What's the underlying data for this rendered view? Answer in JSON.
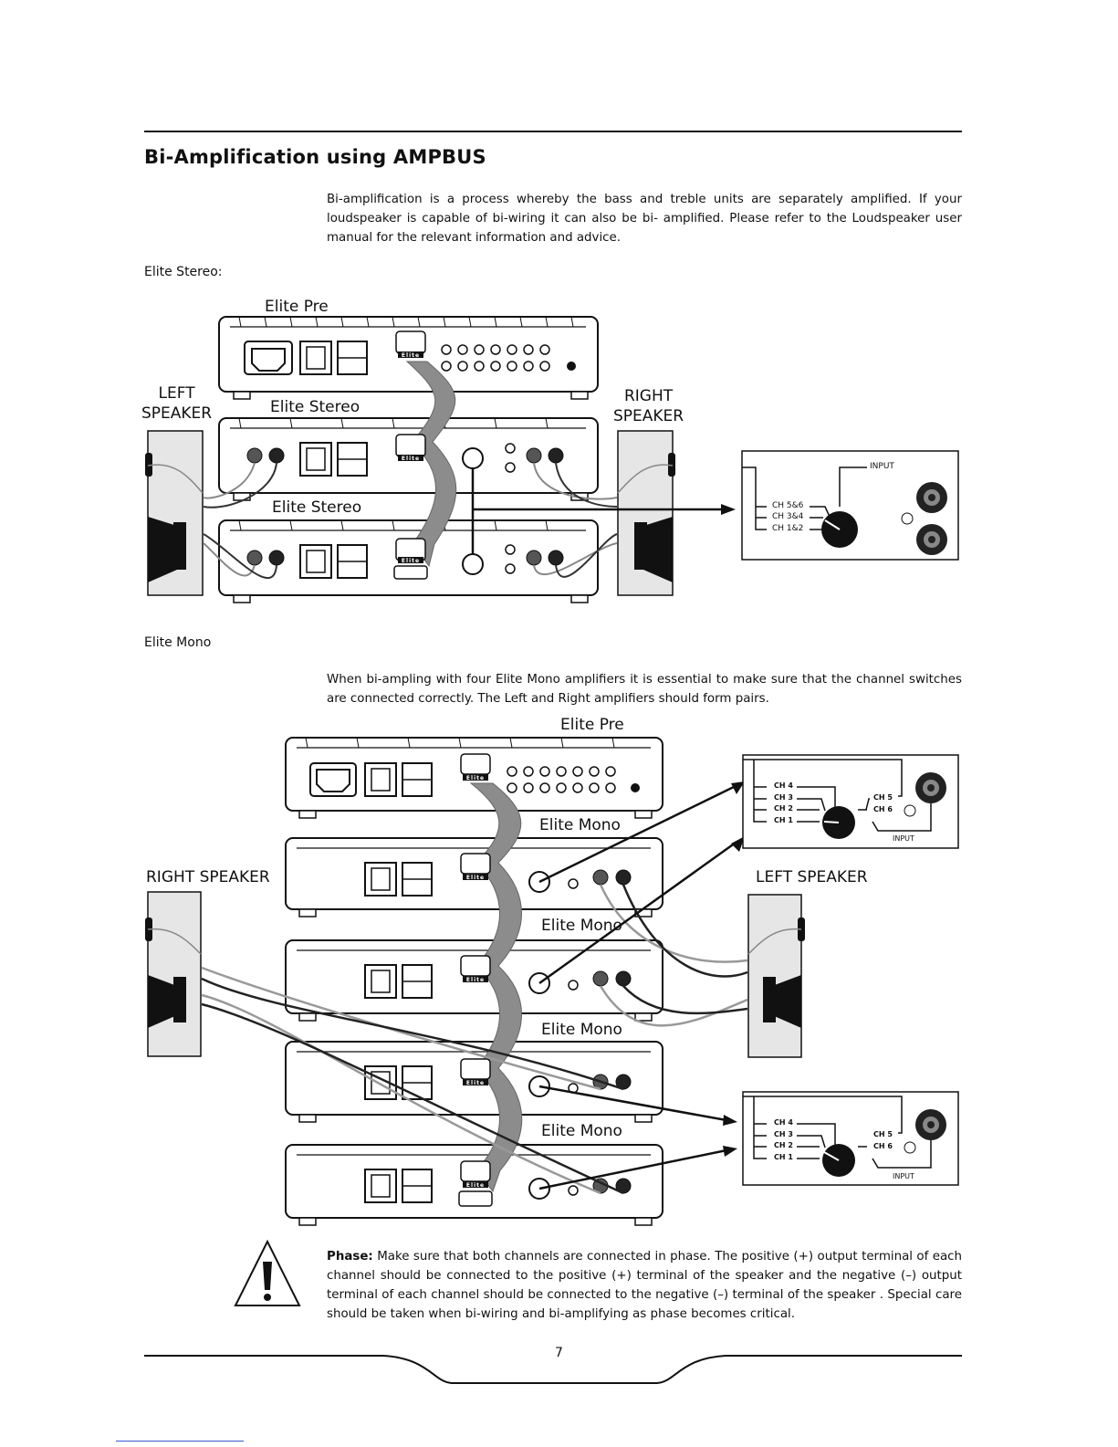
{
  "heading": "Bi-Amplification using AMPBUS",
  "intro": "Bi-amplification is a process whereby the bass and treble units are separately amplified. If your loudspeaker is capable of bi-wiring it can also be bi- amplified. Please refer to the Loudspeaker user manual for the relevant information and advice.",
  "stereo": {
    "subheading": "Elite Stereo:",
    "labels": {
      "pre": "Elite Pre",
      "stereo_top": "Elite Stereo",
      "stereo_bottom": "Elite Stereo",
      "left_speaker": "LEFT\nSPEAKER",
      "right_speaker": "RIGHT\nSPEAKER"
    },
    "inset": {
      "input": "INPUT",
      "ch56": "CH 5&6",
      "ch34": "CH 3&4",
      "ch12": "CH 1&2"
    }
  },
  "mono": {
    "subheading": "Elite Mono",
    "text": "When bi-ampling with four Elite Mono amplifiers it is essential to make sure that the channel switches are connected correctly. The Left and Right amplifiers should form pairs.",
    "labels": {
      "pre": "Elite Pre",
      "mono1": "Elite Mono",
      "mono2": "Elite Mono",
      "mono3": "Elite Mono",
      "mono4": "Elite Mono",
      "right_speaker": "RIGHT SPEAKER",
      "left_speaker": "LEFT SPEAKER"
    },
    "inset": {
      "ch4": "CH 4",
      "ch3": "CH 3",
      "ch2": "CH 2",
      "ch1": "CH 1",
      "ch5": "CH 5",
      "ch6": "CH 6",
      "input": "INPUT"
    },
    "elite_badge": "Elite"
  },
  "phase": {
    "label": "Phase:",
    "text": " Make sure that both channels are connected in phase. The positive (+) output terminal of each channel should be connected to the positive (+) terminal of the speaker and the negative (–) output terminal of each channel should be connected to the  negative (–) terminal of the speaker . Special care should be taken when bi-wiring and bi-amplifying as phase becomes critical."
  },
  "page_number": "7"
}
